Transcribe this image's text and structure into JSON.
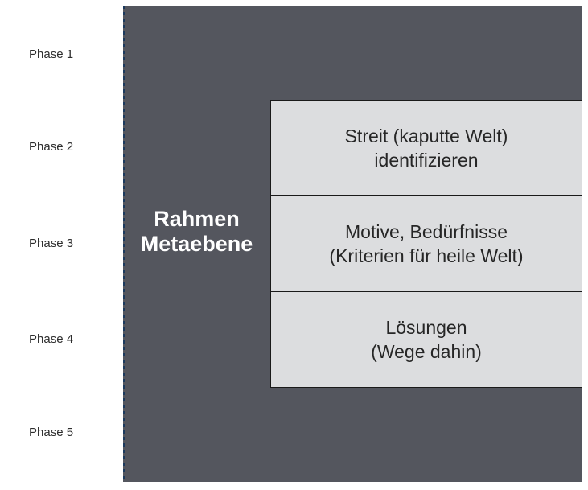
{
  "phases": [
    {
      "label": "Phase 1"
    },
    {
      "label": "Phase 2"
    },
    {
      "label": "Phase 3"
    },
    {
      "label": "Phase 4"
    },
    {
      "label": "Phase 5"
    }
  ],
  "frame": {
    "title_line1": "Rahmen",
    "title_line2": "Metaebene"
  },
  "boxes": [
    {
      "line1": "Streit (kaputte Welt)",
      "line2": "identifizieren"
    },
    {
      "line1": "Motive, Bedürfnisse",
      "line2": "(Kriterien für heile Welt)"
    },
    {
      "line1": "Lösungen",
      "line2": "(Wege dahin)"
    }
  ],
  "colors": {
    "background": "#ffffff",
    "frame_fill": "#54565e",
    "dash": "#1c3a5e",
    "title_text": "#ffffff",
    "box_fill": "#dcdddf",
    "box_border": "#1a1a1a",
    "box_text": "#262626",
    "label_text": "#2d2d2d"
  }
}
